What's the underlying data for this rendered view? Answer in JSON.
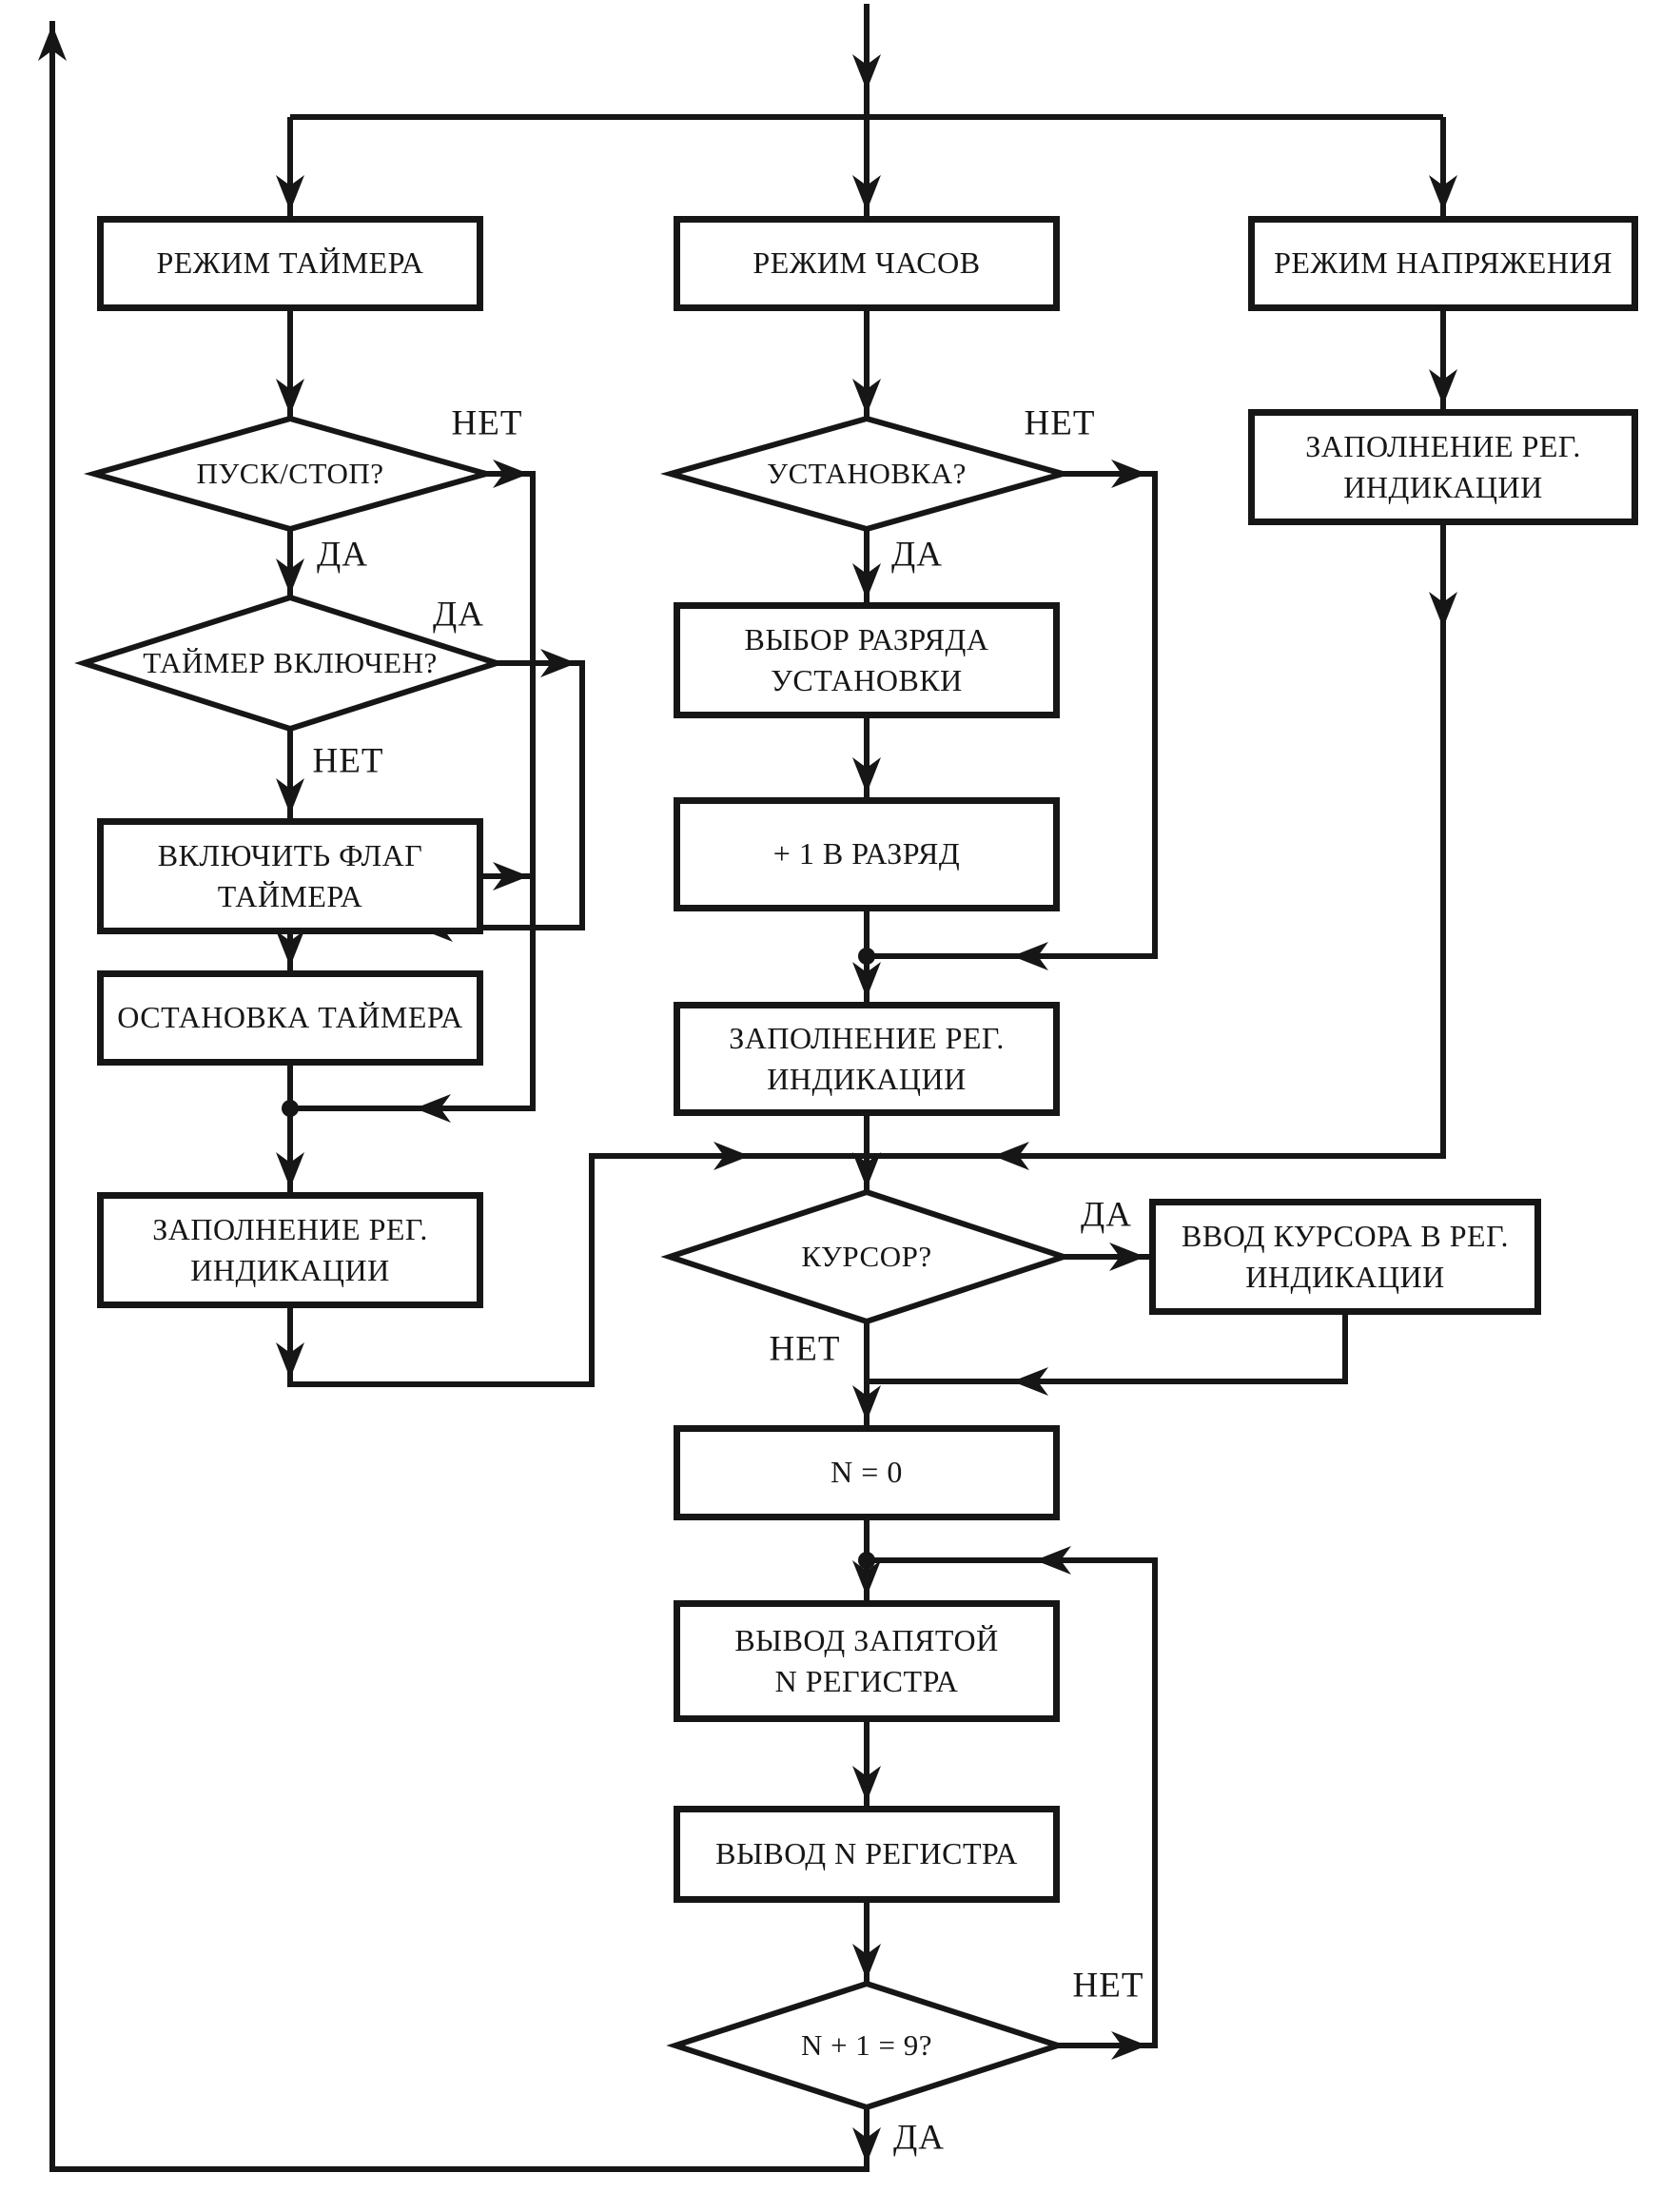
{
  "labels": {
    "yes": "ДА",
    "no": "НЕТ"
  },
  "branches": {
    "timer": {
      "mode_box": "РЕЖИМ ТАЙМЕРА",
      "start_stop_decision": "ПУСК/СТОП?",
      "timer_on_decision": "ТАЙМЕР ВКЛЮЧЕН?",
      "set_flag_box": {
        "l1": "ВКЛЮЧИТЬ ФЛАГ",
        "l2": "ТАЙМЕРА"
      },
      "stop_timer_box": "ОСТАНОВКА ТАЙМЕРА",
      "fill_reg_box": {
        "l1": "ЗАПОЛНЕНИЕ РЕГ.",
        "l2": "ИНДИКАЦИИ"
      }
    },
    "clock": {
      "mode_box": "РЕЖИМ ЧАСОВ",
      "setup_decision": "УСТАНОВКА?",
      "select_digit_box": {
        "l1": "ВЫБОР РАЗРЯДА",
        "l2": "УСТАНОВКИ"
      },
      "increment_box": "+ 1 В РАЗРЯД",
      "fill_reg_box": {
        "l1": "ЗАПОЛНЕНИЕ РЕГ.",
        "l2": "ИНДИКАЦИИ"
      }
    },
    "voltage": {
      "mode_box": "РЕЖИМ НАПРЯЖЕНИЯ",
      "fill_reg_box": {
        "l1": "ЗАПОЛНЕНИЕ РЕГ.",
        "l2": "ИНДИКАЦИИ"
      }
    },
    "output": {
      "cursor_decision": "КУРСОР?",
      "cursor_input_box": {
        "l1": "ВВОД КУРСОРА В РЕГ.",
        "l2": "ИНДИКАЦИИ"
      },
      "n_zero_box": "N = 0",
      "comma_output_box": {
        "l1": "ВЫВОД ЗАПЯТОЙ",
        "l2": "N РЕГИСТРА"
      },
      "register_output_box": "ВЫВОД N РЕГИСТРА",
      "n_plus_one_decision": "N + 1 = 9?"
    }
  }
}
